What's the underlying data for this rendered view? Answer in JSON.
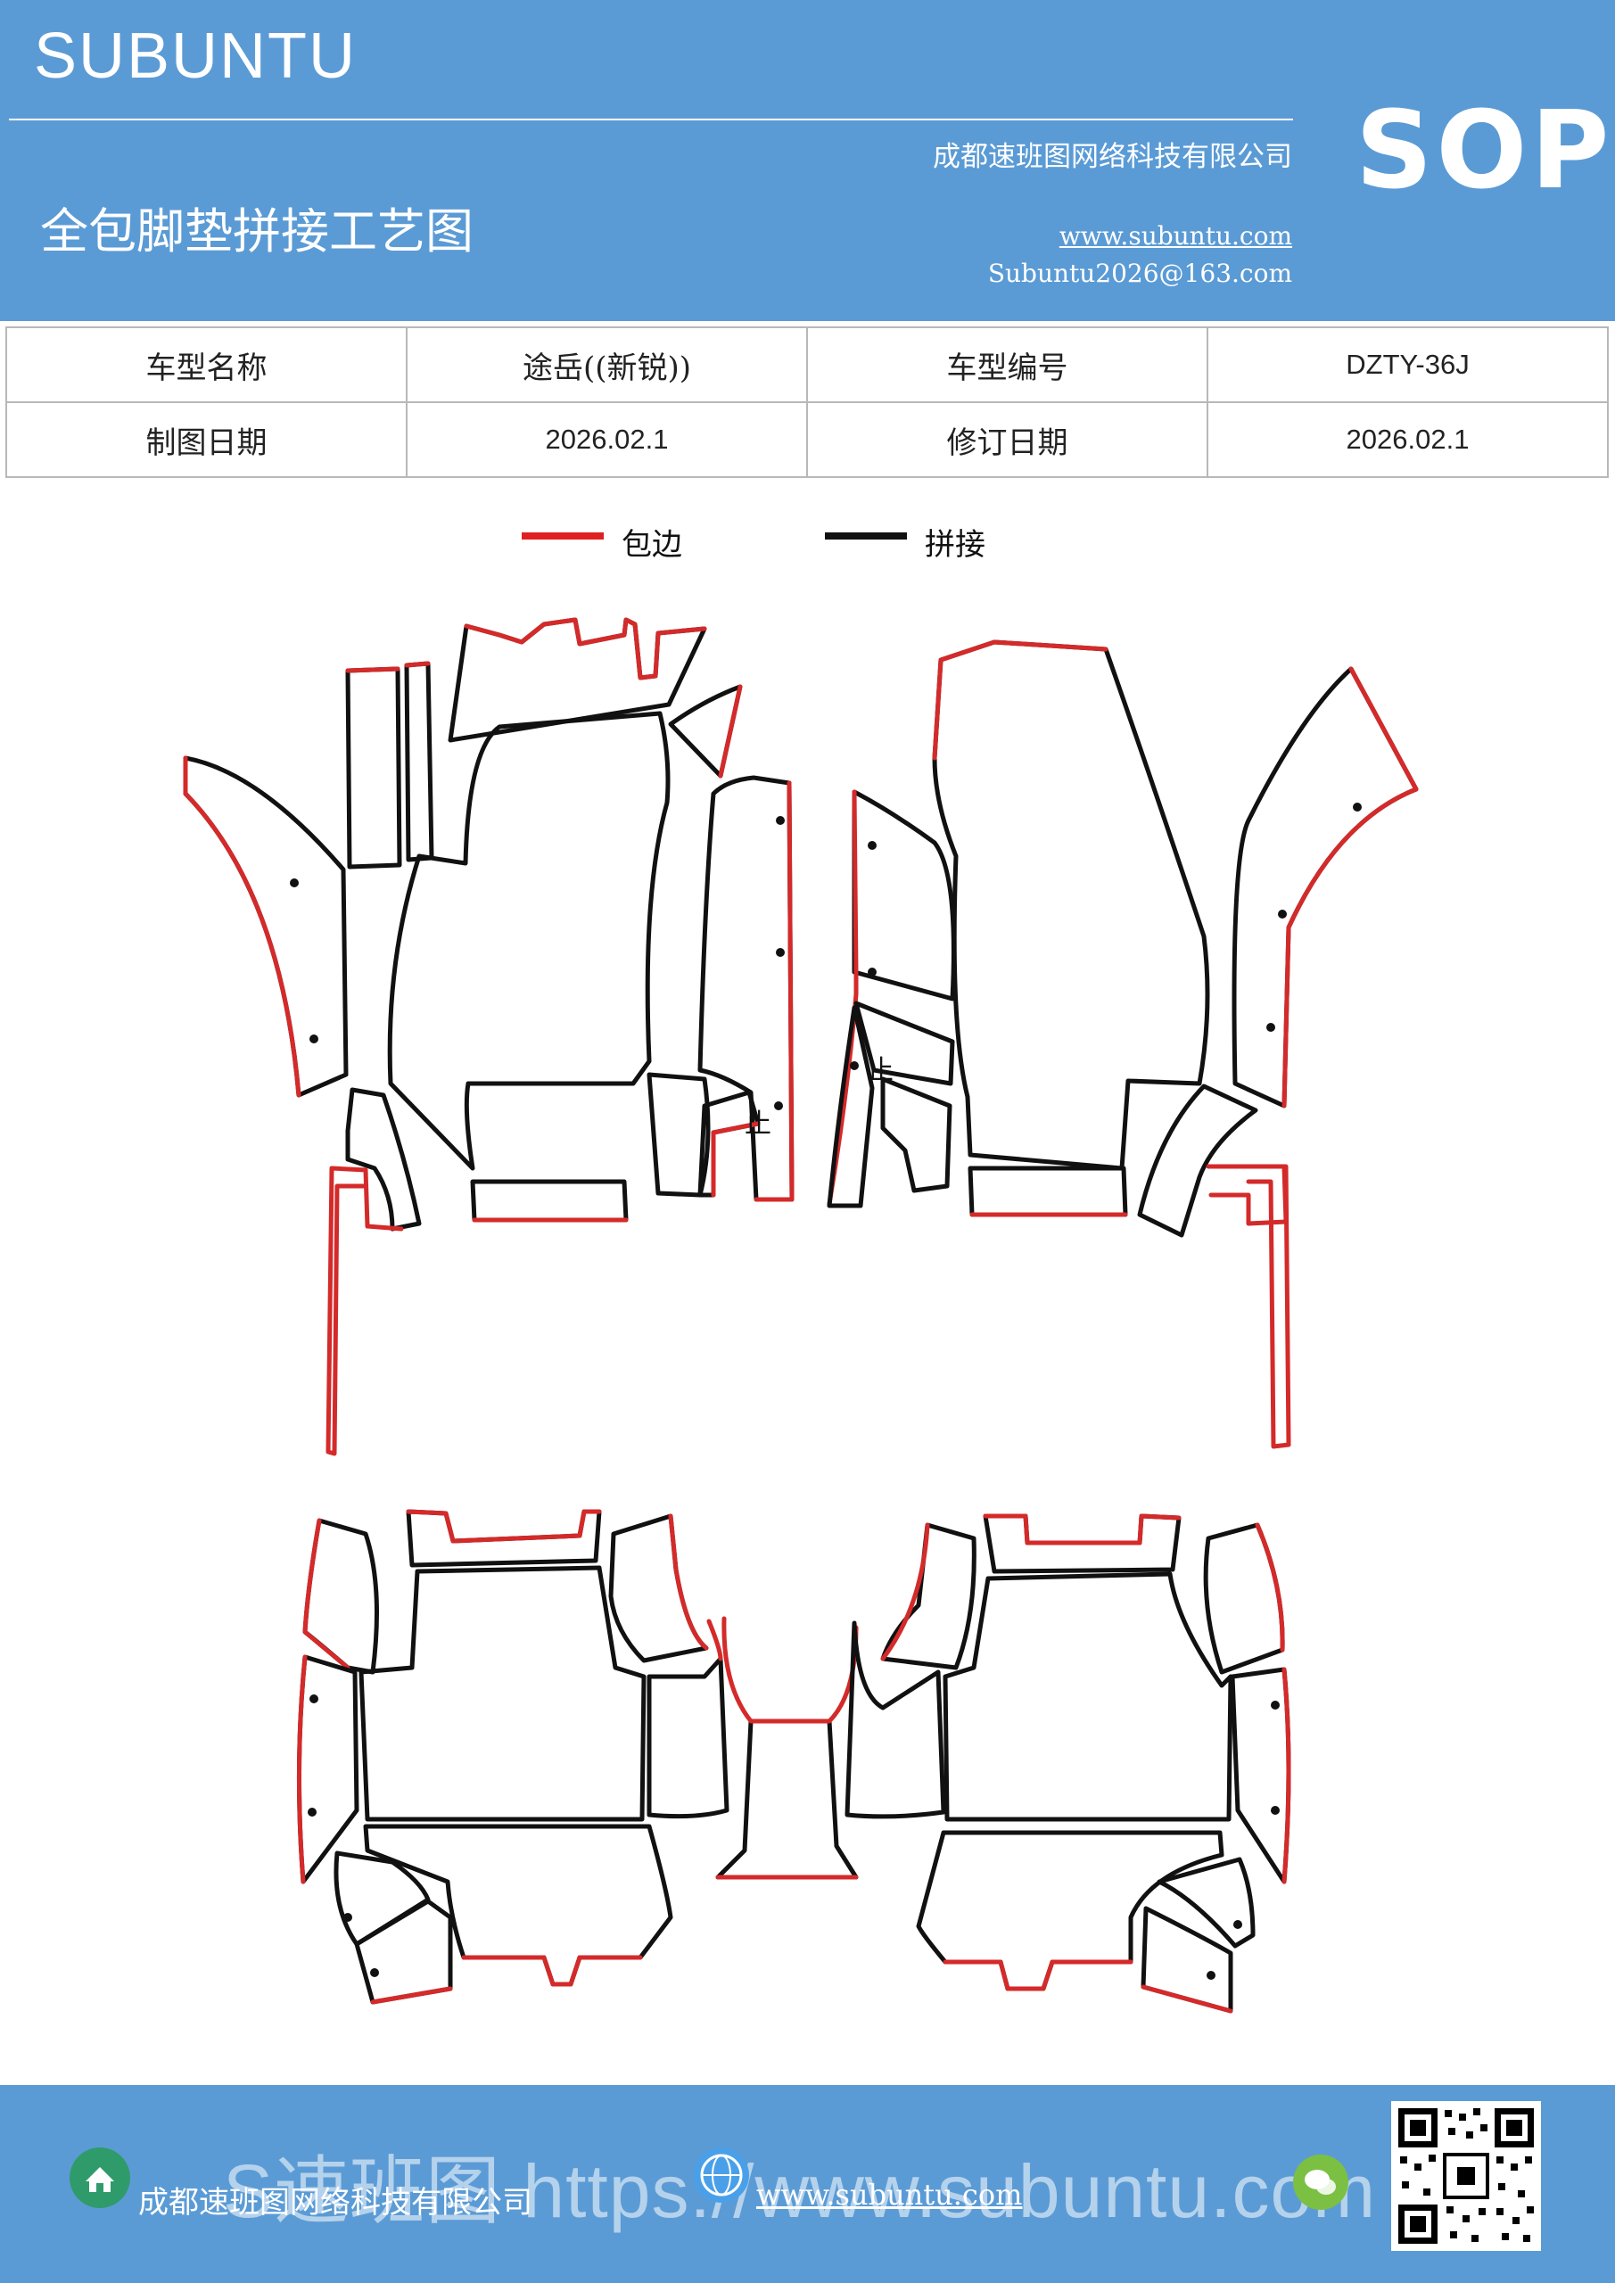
{
  "header": {
    "brand": "SUBUNTU",
    "company": "成都速班图网络科技有限公司",
    "title": "全包脚垫拼接工艺图",
    "website": "www.subuntu.com",
    "email": "Subuntu2026@163.com",
    "badge": "SOP"
  },
  "info": {
    "model_name_label": "车型名称",
    "model_name": "途岳((新锐))",
    "model_code_label": "车型编号",
    "model_code": "DZTY-36J",
    "draw_date_label": "制图日期",
    "draw_date": "2026.02.1",
    "revise_date_label": "修订日期",
    "revise_date": "2026.02.1"
  },
  "legend": [
    {
      "label": "包边",
      "color": "#e02020"
    },
    {
      "label": "拼接",
      "color": "#111111"
    }
  ],
  "diagram": {
    "stop_mark": "止",
    "edge_color": "#d42a2a",
    "seam_color": "#111111"
  },
  "footer": {
    "company": "成都速班图网络科技有限公司",
    "watermark": "S速班图 https://www.subuntu.com",
    "website": "www.subuntu.com",
    "icons": [
      "building-icon",
      "globe-icon",
      "wechat-icon",
      "qr-code"
    ]
  }
}
